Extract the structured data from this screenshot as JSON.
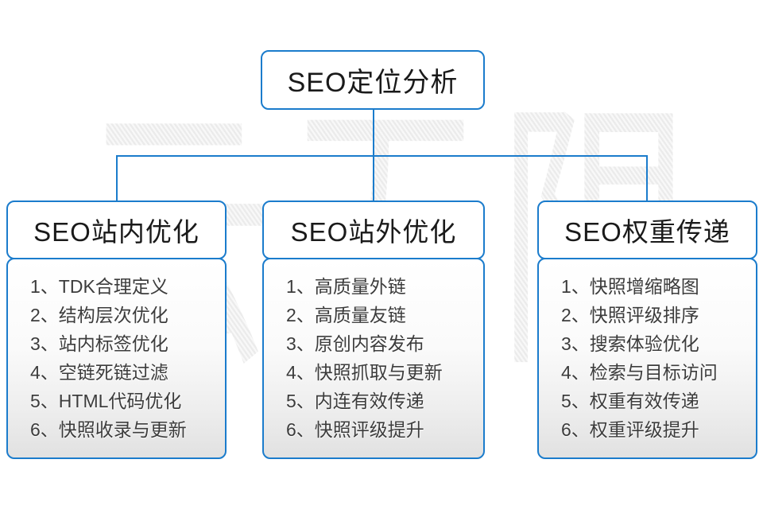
{
  "diagram": {
    "root": {
      "title": "SEO定位分析"
    },
    "columns": [
      {
        "title": "SEO站内优化",
        "items": [
          "1、TDK合理定义",
          "2、结构层次优化",
          "3、站内标签优化",
          "4、空链死链过滤",
          "5、HTML代码优化",
          "6、快照收录与更新"
        ]
      },
      {
        "title": "SEO站外优化",
        "items": [
          "1、高质量外链",
          "2、高质量友链",
          "3、原创内容发布",
          "4、快照抓取与更新",
          "5、内连有效传递",
          "6、快照评级提升"
        ]
      },
      {
        "title": "SEO权重传递",
        "items": [
          "1、快照增缩略图",
          "2、快照评级排序",
          "3、搜索体验优化",
          "4、检索与目标访问",
          "5、权重有效传递",
          "6、权重评级提升"
        ]
      }
    ],
    "watermark_text": "云无限",
    "colors": {
      "accent_blue": "#1b7ccc",
      "title_text": "#1a1a1a",
      "list_text": "#3c3c3c",
      "watermark_gray": "#ebebeb",
      "body_gradient_bottom": "#e1e1e1"
    }
  }
}
